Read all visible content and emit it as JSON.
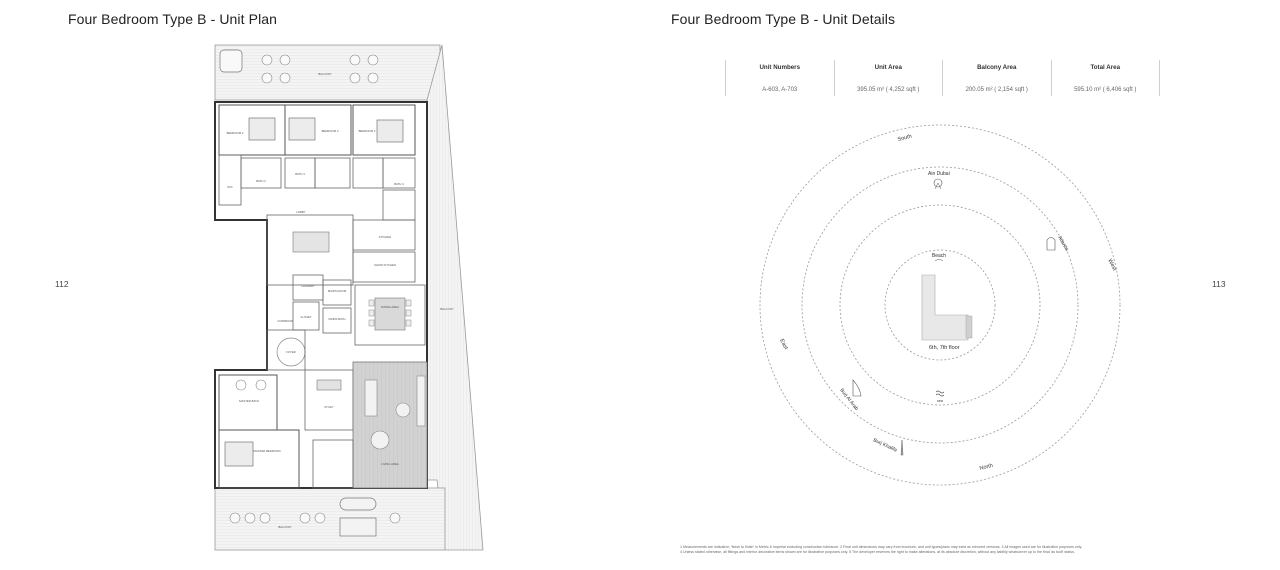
{
  "left_page": {
    "title": "Four Bedroom Type B - Unit Plan",
    "page_number": "112"
  },
  "right_page": {
    "title": "Four Bedroom Type B - Unit Details",
    "page_number": "113"
  },
  "details_table": {
    "columns": [
      {
        "header": "Unit Numbers",
        "value": "A-603, A-703"
      },
      {
        "header": "Unit Area",
        "value": "395.05 m² ( 4,252 sqft )"
      },
      {
        "header": "Balcony Area",
        "value": "200.05 m² ( 2,154 sqft )"
      },
      {
        "header": "Total Area",
        "value": "595.10 m² ( 6,406 sqft )"
      }
    ]
  },
  "compass": {
    "directions": {
      "south": "South",
      "west": "West",
      "north": "North",
      "east": "East"
    },
    "landmarks": {
      "ain_dubai": "Ain Dubai",
      "atlantis": "Atlantis",
      "beach": "Beach",
      "burj_al_arab": "Burj Al Arab",
      "burj_khalifa": "Burj Khalifa",
      "sea": "sea"
    },
    "floor_label": "6th, 7th floor",
    "icons": [
      "ferris-wheel-icon",
      "atlantis-icon",
      "waves-icon",
      "burj-al-arab-icon",
      "burj-khalifa-icon",
      "building-footprint-icon"
    ]
  },
  "plan_labels": {
    "balcony_top": "BALCONY",
    "bedroom_2": "BEDROOM 2",
    "bedroom_3": "BEDROOM 3",
    "bedroom_4": "BEDROOM 4",
    "bath_2": "BATH 2",
    "bath_3": "BATH 3",
    "bath_4": "BATH 4",
    "wic": "WIC",
    "lobby": "LOBBY",
    "kitchen": "KITCHEN",
    "show_kitchen": "SHOW KITCHEN",
    "laundry": "LAUNDRY",
    "maids_room": "MAIDS ROOM",
    "maids_bath": "MAIDS BATH",
    "closet": "CLOSET",
    "dining_area": "DINING AREA",
    "balcony_side": "BALCONY",
    "corridor": "CORRIDOR",
    "foyer": "FOYER",
    "master_bath": "MASTER BATH",
    "master_bedroom": "MASTER BEDROOM",
    "living_area": "LIVING AREA",
    "study": "STUDY",
    "balcony_bottom": "BALCONY"
  },
  "footnote": {
    "line1": "1 Measurements are indicative; 'finish to finish' in Metric & Imperial excluding construction tolerance. 2 Final unit dimensions may vary from brochure, and unit types/plans may exist as mirrored versions. 3 All images used are for illustrative purposes only.",
    "line2": "4 Unless stated otherwise, all fittings and interior decorative items shown are for illustrative purposes only. 5 The developer reserves the right to make alterations, at its absolute discretion, without any liability whatsoever up to the final 'as built' status."
  }
}
